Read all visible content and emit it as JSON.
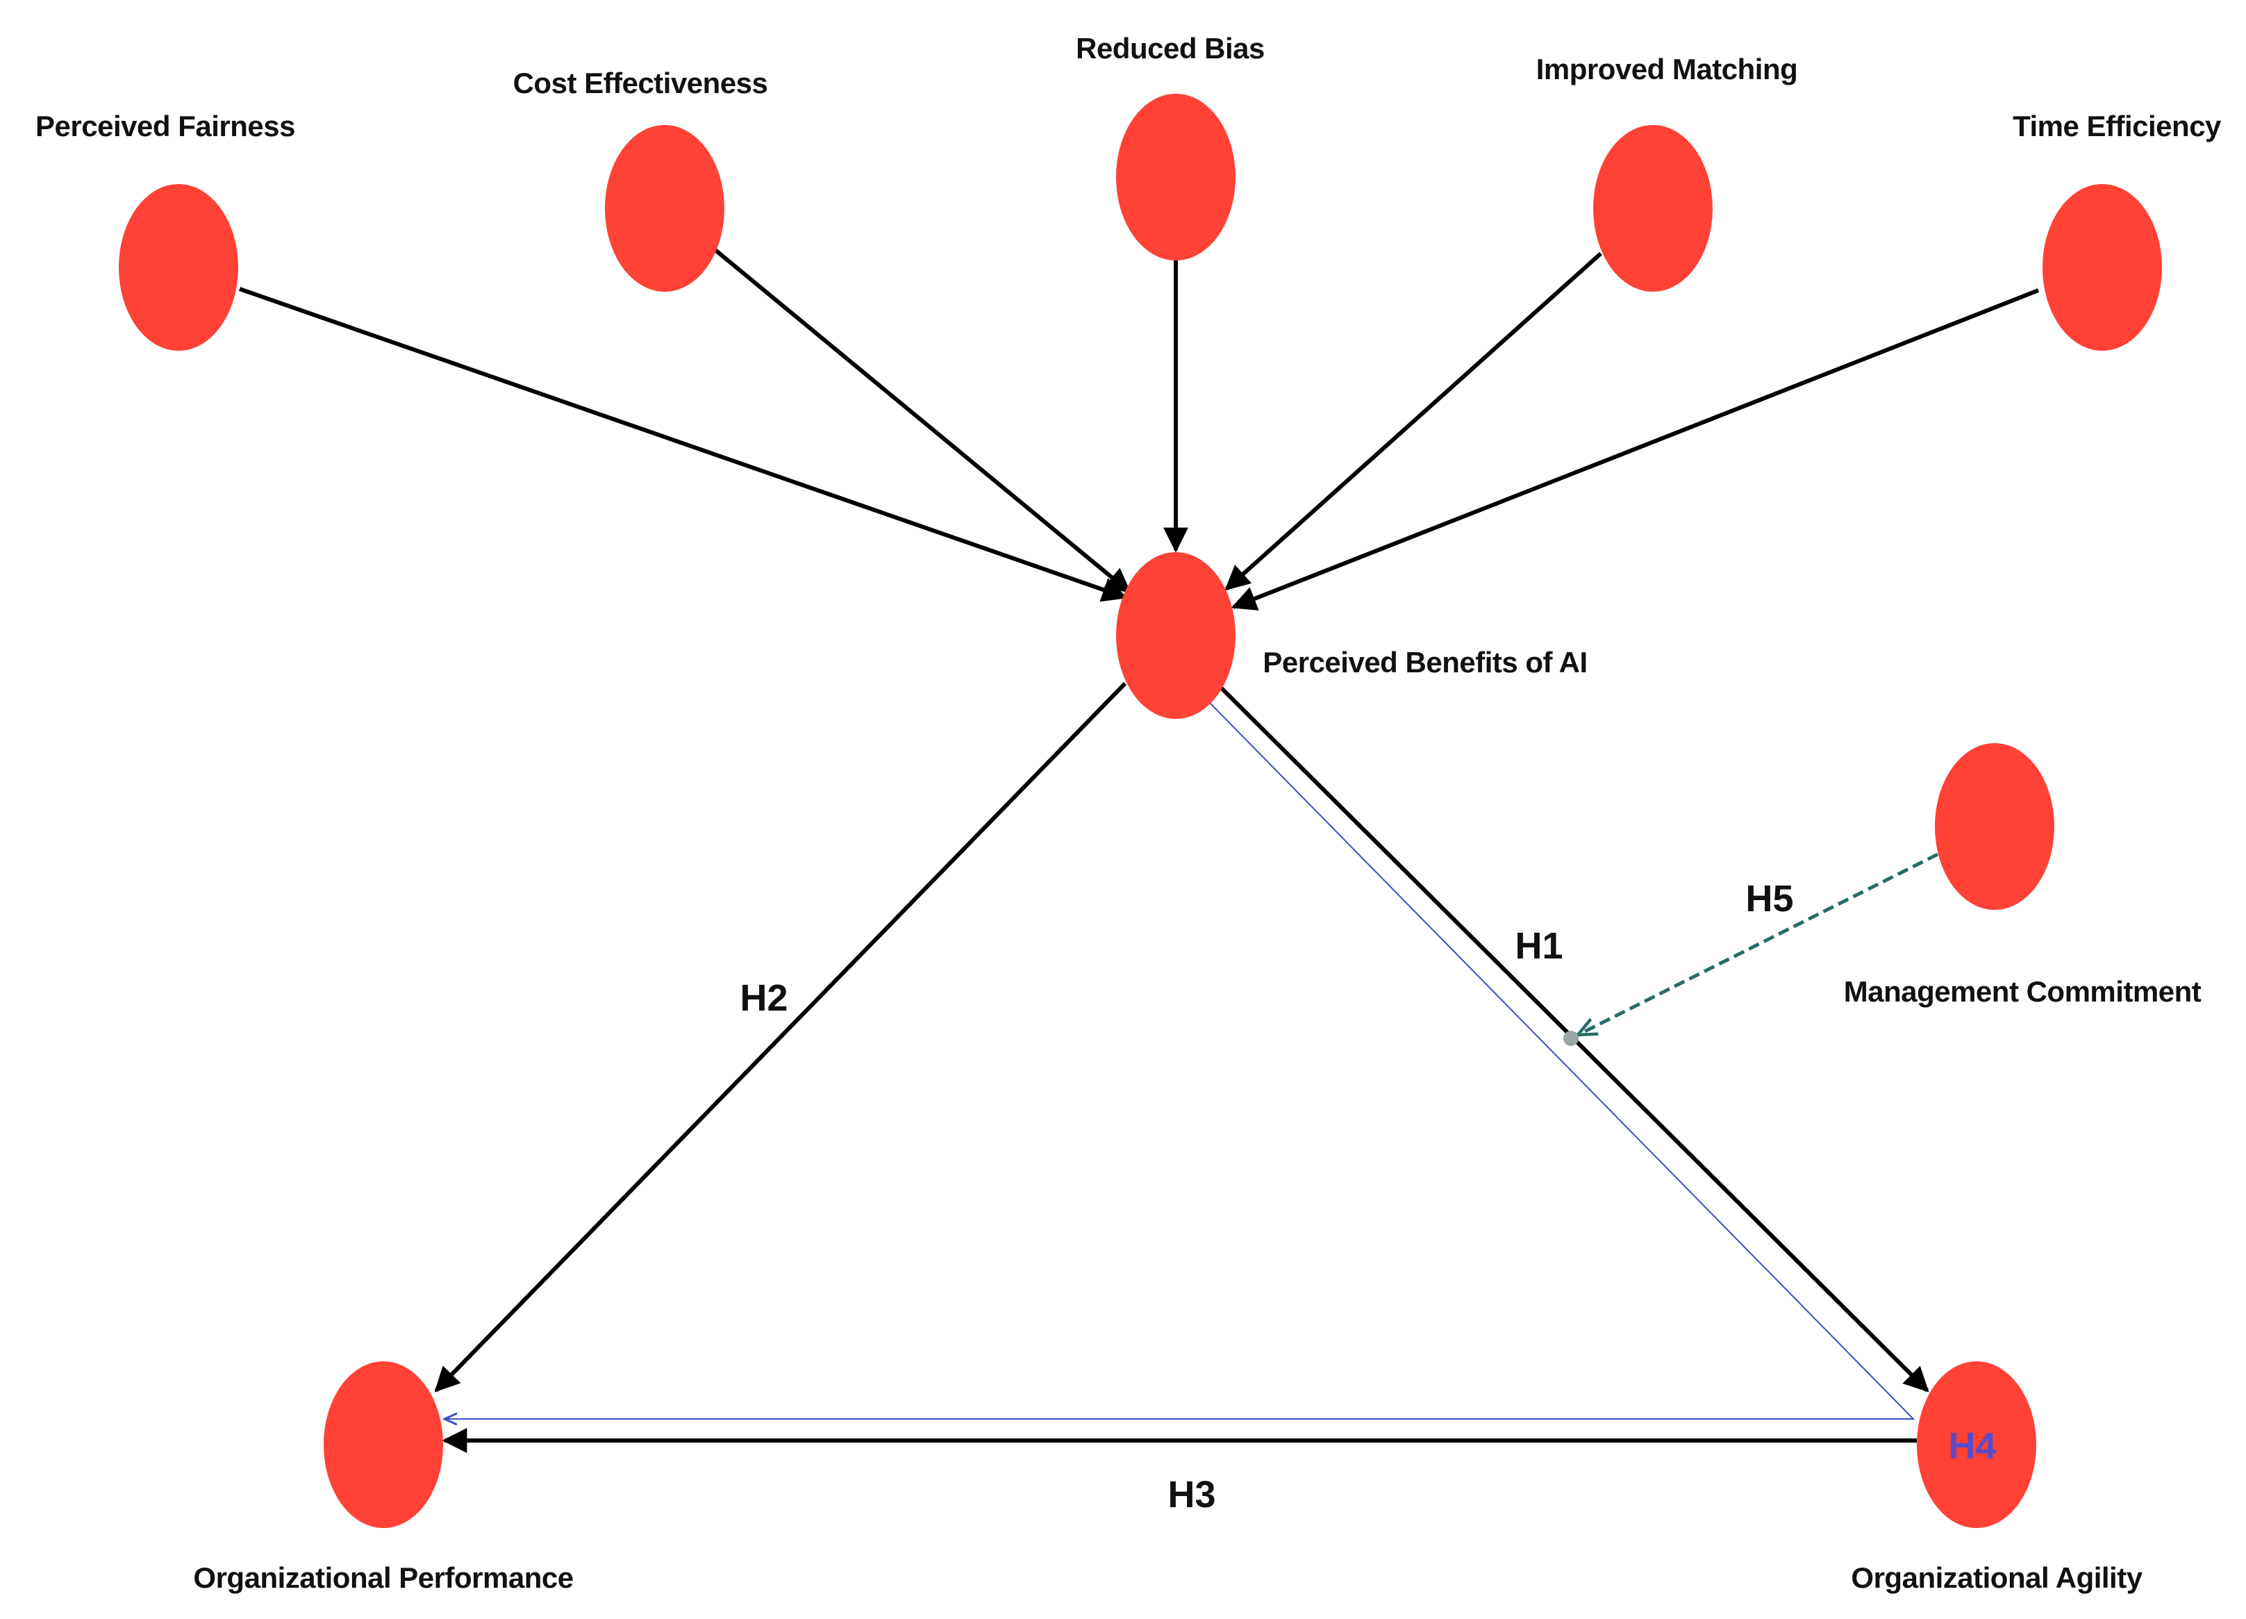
{
  "constructs": {
    "perceived_fairness": "Perceived Fairness",
    "cost_effectiveness": "Cost Effectiveness",
    "reduced_bias": "Reduced Bias",
    "improved_matching": "Improved Matching",
    "time_efficiency": "Time Efficiency",
    "perceived_benefits": "Perceived Benefits of AI",
    "management_commitment": "Management Commitment",
    "organizational_performance": "Organizational Performance",
    "organizational_agility": "Organizational Agility"
  },
  "hypotheses": {
    "h1": "H1",
    "h2": "H2",
    "h3": "H3",
    "h4": "H4",
    "h5": "H5"
  },
  "colors": {
    "node": "#ff4136",
    "edge": "#000000",
    "mediation_edge": "#3a4fc0",
    "moderation_edge": "#2a6b68",
    "h4_text": "#5b4bc9"
  }
}
